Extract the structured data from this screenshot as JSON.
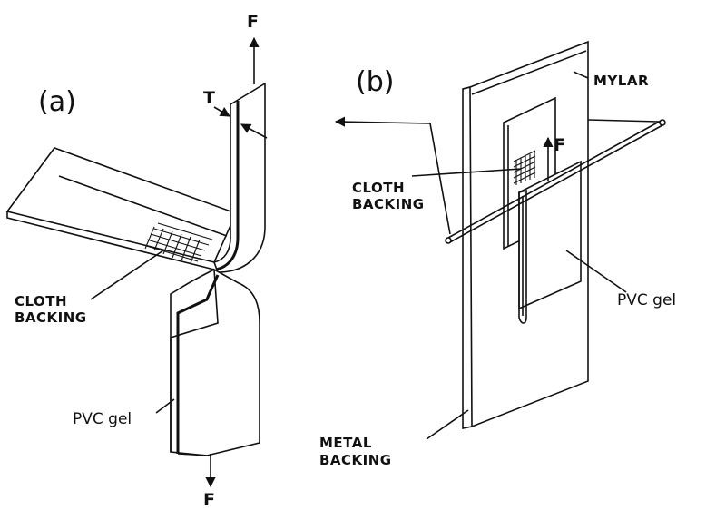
{
  "panel_a": {
    "label": "(a)",
    "force_top": "F",
    "force_bottom": "F",
    "thickness": "T",
    "cloth_line1": "CLOTH",
    "cloth_line2": "BACKING",
    "gel": "PVC  gel"
  },
  "panel_b": {
    "label": "(b)",
    "mylar": "MYLAR",
    "force": "F",
    "cloth_line1": "CLOTH",
    "cloth_line2": "BACKING",
    "gel": "PVC  gel",
    "metal_line1": "METAL",
    "metal_line2": "BACKING"
  },
  "colors": {
    "ink": "#111111",
    "background": "#ffffff"
  }
}
